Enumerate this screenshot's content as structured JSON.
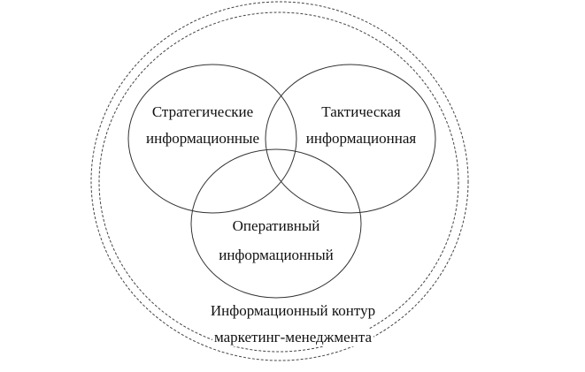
{
  "diagram": {
    "circles": [
      {
        "id": "strategic",
        "lines": [
          "Стратегические",
          "информационные"
        ]
      },
      {
        "id": "tactical",
        "lines": [
          "Тактическая",
          "информационная"
        ]
      },
      {
        "id": "operational",
        "lines": [
          "Оперативный",
          "информационный"
        ]
      }
    ],
    "outer_label": [
      "Информационный контур",
      "маркетинг-менеджмента"
    ],
    "colors": {
      "line": "#333333",
      "dashed": "#444444"
    }
  }
}
